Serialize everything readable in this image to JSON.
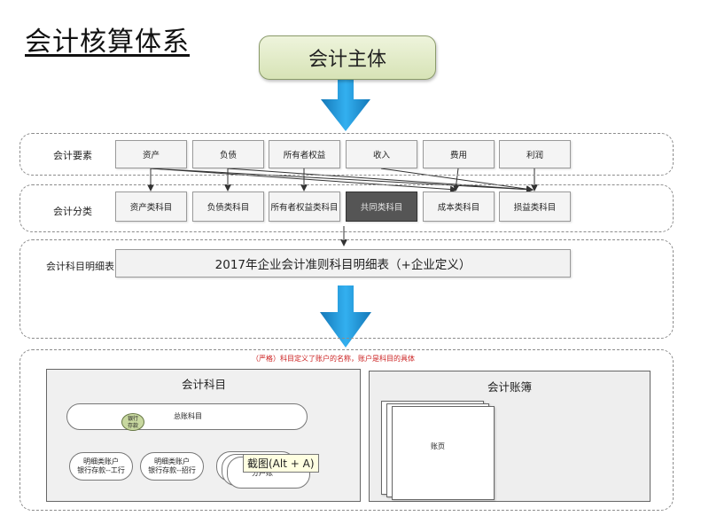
{
  "title": "会计核算体系",
  "entity": "会计主体",
  "rows": {
    "elements": {
      "label": "会计要素",
      "items": [
        "资产",
        "负债",
        "所有者权益",
        "收入",
        "费用",
        "利润"
      ]
    },
    "categories": {
      "label": "会计分类",
      "items": [
        "资产类科目",
        "负债类科目",
        "所有者权益类科目",
        "共同类科目",
        "成本类科目",
        "损益类科目"
      ],
      "highlighted_index": 3
    },
    "details": {
      "label": "会计科目明细表",
      "text": "2017年企业会计准则科目明细表（+企业定义）"
    }
  },
  "note": "（严格）科目定义了账户的名称，账户是科目的具体",
  "accounts_panel": {
    "title": "会计科目",
    "general_label": "总账科目",
    "bank_badge": "银行\n存款",
    "sub_accounts": [
      "明细类账户\n银行存款--工行",
      "明细类账户\n银行存款--招行"
    ],
    "stack_label": "分户账",
    "tooltip": "截图(Alt + A)"
  },
  "books_panel": {
    "title": "会计账簿",
    "page_label": "账页"
  },
  "colors": {
    "arrow": "#1f9be0",
    "arrow_dark": "#1478b8",
    "note": "#cc2222",
    "highlight_box": "#555555",
    "entity_fill": "#dce6c0"
  }
}
